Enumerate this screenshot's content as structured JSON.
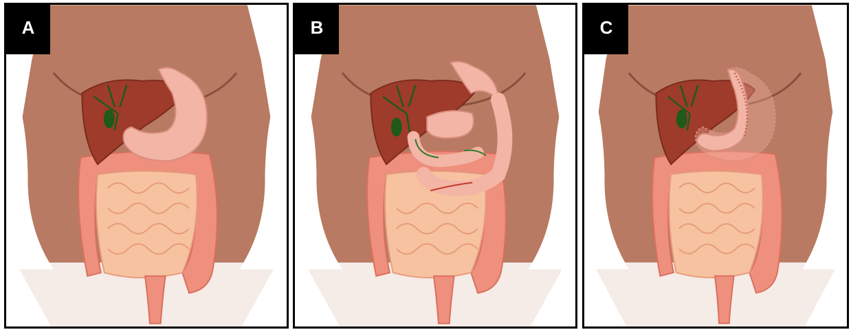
{
  "panels": [
    {
      "label": "A",
      "variant": "normal-anatomy"
    },
    {
      "label": "B",
      "variant": "gastric-bypass"
    },
    {
      "label": "C",
      "variant": "sleeve-gastrectomy"
    }
  ],
  "colors": {
    "skin": "#b87a62",
    "skin_dark": "#8a4f3c",
    "liver": "#9e3b2a",
    "stomach": "#f2b5a6",
    "colon": "#ef8f7d",
    "small_intestine": "#f7c2a0",
    "bile_duct": "#1f5a1a",
    "arrow": "#2f7a2a"
  }
}
